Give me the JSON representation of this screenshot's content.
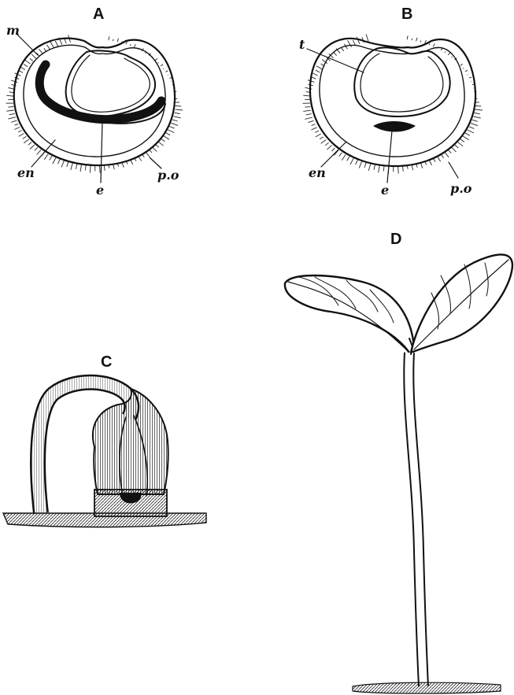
{
  "panels": {
    "A": {
      "letter": "A",
      "labels": {
        "m": "m",
        "en": "en",
        "e": "e",
        "po": "p.o"
      }
    },
    "B": {
      "letter": "B",
      "labels": {
        "t": "t",
        "en": "en",
        "e": "e",
        "po": "p.o"
      }
    },
    "C": {
      "letter": "C"
    },
    "D": {
      "letter": "D"
    }
  },
  "colors": {
    "ink": "#111111",
    "background": "#ffffff"
  }
}
